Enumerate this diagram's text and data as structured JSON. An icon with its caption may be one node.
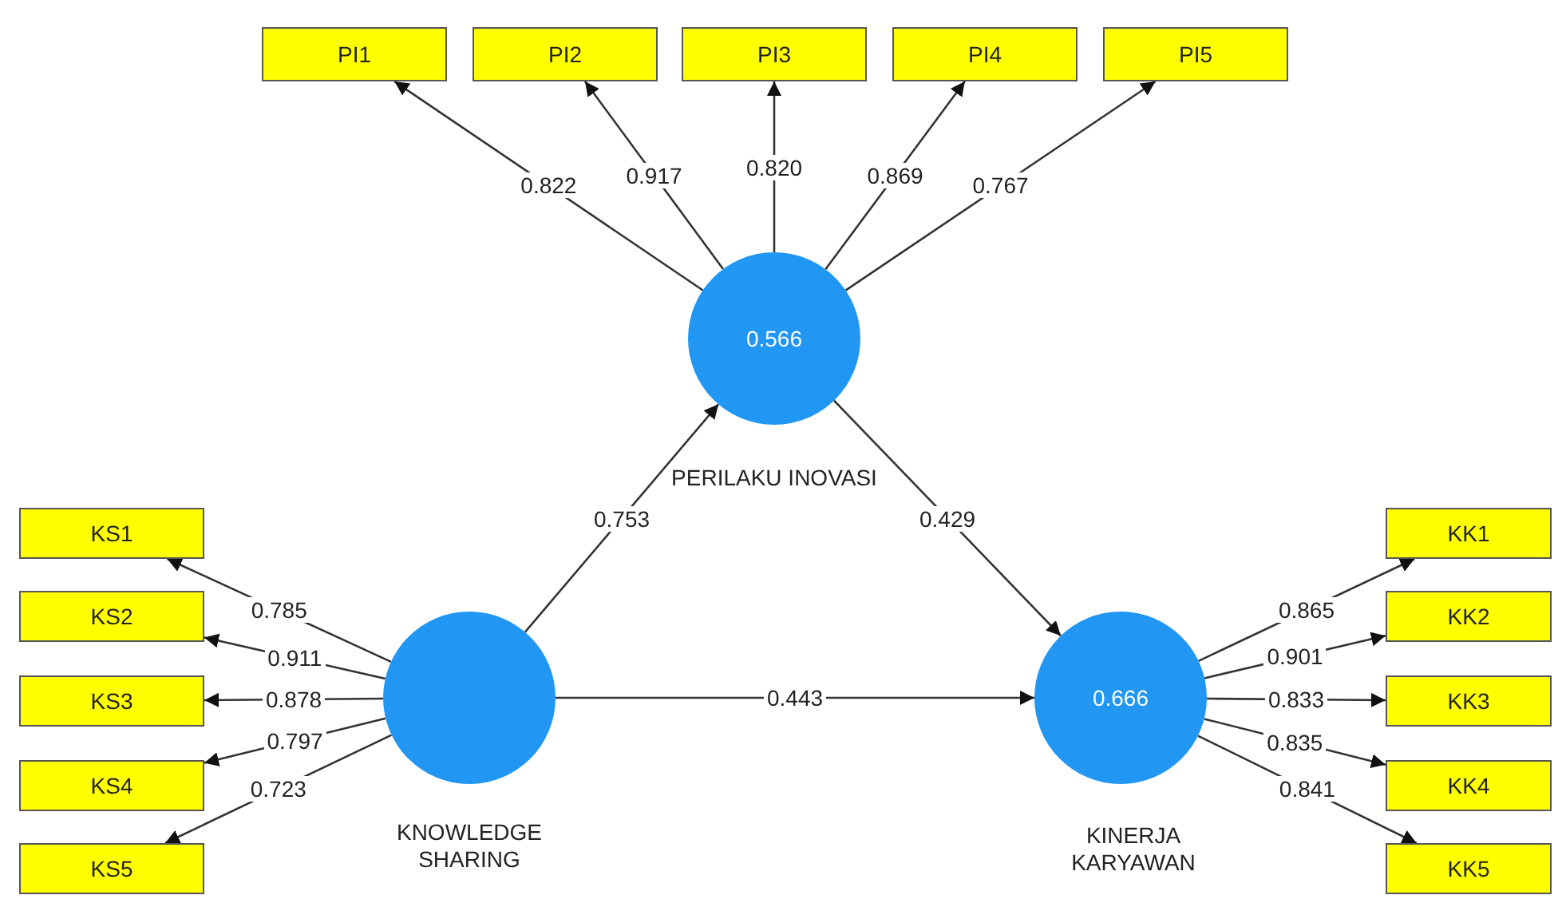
{
  "diagram": {
    "nodes": [
      {
        "text": [
          "PI1"
        ]
      },
      {
        "text": [
          "PI2"
        ]
      },
      {
        "text": [
          "PI3"
        ]
      },
      {
        "text": [
          "PI4"
        ]
      },
      {
        "text": [
          "PI5"
        ]
      },
      {
        "text": [
          "0.566"
        ],
        "beside": [
          "PERILAKU INOVASI"
        ]
      },
      {
        "text": [
          "KS1"
        ]
      },
      {
        "text": [
          "KS2"
        ]
      },
      {
        "text": [
          "KS3"
        ]
      },
      {
        "text": [
          "KS4"
        ]
      },
      {
        "text": [
          "KS5"
        ]
      },
      {
        "text": [],
        "shape": "circle",
        "beside": [
          "KNOWLEDGE SHARING"
        ]
      },
      {
        "text": [
          "KK1"
        ]
      },
      {
        "text": [
          "KK2"
        ]
      },
      {
        "text": [
          "KK3"
        ]
      },
      {
        "text": [
          "KK4"
        ]
      },
      {
        "text": [
          "KK5"
        ]
      },
      {
        "text": [
          "0.666"
        ],
        "beside": [
          "KINERJA KARYAWAN"
        ]
      }
    ],
    "edges": [
      {
        "from": 5,
        "to": 0,
        "arrow": "to",
        "label": "0.822"
      },
      {
        "from": 5,
        "to": 1,
        "arrow": "to",
        "label": "0.917"
      },
      {
        "from": 5,
        "to": 2,
        "arrow": "to",
        "label": "0.820"
      },
      {
        "from": 5,
        "to": 3,
        "arrow": "to",
        "label": "0.869"
      },
      {
        "from": 5,
        "to": 4,
        "arrow": "to",
        "label": "0.767"
      },
      {
        "from": 11,
        "to": 6,
        "arrow": "to",
        "label": "0.785"
      },
      {
        "from": 11,
        "to": 7,
        "arrow": "to",
        "label": "0.911"
      },
      {
        "from": 11,
        "to": 8,
        "arrow": "to",
        "label": "0.878"
      },
      {
        "from": 11,
        "to": 9,
        "arrow": "to",
        "label": "0.797"
      },
      {
        "from": 11,
        "to": 10,
        "arrow": "to",
        "label": "0.723"
      },
      {
        "from": 17,
        "to": 12,
        "arrow": "to",
        "label": "0.865"
      },
      {
        "from": 17,
        "to": 13,
        "arrow": "to",
        "label": "0.901"
      },
      {
        "from": 17,
        "to": 14,
        "arrow": "to",
        "label": "0.833"
      },
      {
        "from": 17,
        "to": 15,
        "arrow": "to",
        "label": "0.835"
      },
      {
        "from": 17,
        "to": 16,
        "arrow": "to",
        "label": "0.841"
      },
      {
        "from": 11,
        "to": 5,
        "arrow": "to",
        "label": "0.753"
      },
      {
        "from": 5,
        "to": 17,
        "arrow": "to",
        "label": "0.429"
      },
      {
        "from": 11,
        "to": 17,
        "arrow": "to",
        "label": "0.443"
      }
    ]
  }
}
